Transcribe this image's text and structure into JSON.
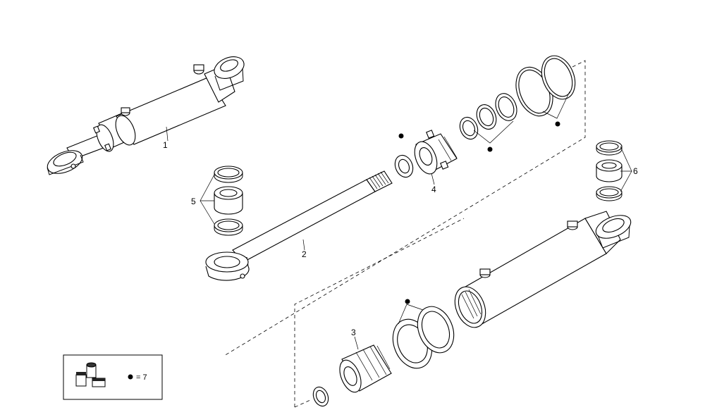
{
  "callouts": {
    "p1": "1",
    "p2": "2",
    "p3": "3",
    "p4": "4",
    "p5": "5",
    "p6": "6"
  },
  "legend": {
    "text": "= 7"
  }
}
